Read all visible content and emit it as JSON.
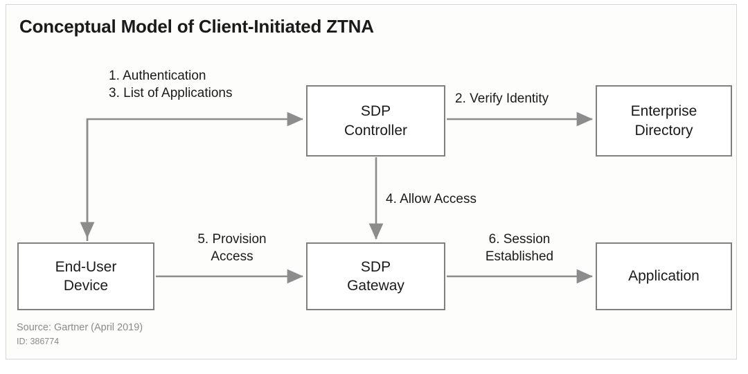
{
  "diagram": {
    "title": "Conceptual Model of Client-Initiated ZTNA",
    "type": "flow-diagram",
    "accent_color": "#808080",
    "text_color": "#1a1a1a",
    "note_color": "#8a8a8a",
    "background": "#fdfdfc",
    "nodes": [
      {
        "id": "sdp-controller",
        "line1": "SDP",
        "line2": "Controller"
      },
      {
        "id": "enterprise-directory",
        "line1": "Enterprise",
        "line2": "Directory"
      },
      {
        "id": "end-user-device",
        "line1": "End-User",
        "line2": "Device"
      },
      {
        "id": "sdp-gateway",
        "line1": "SDP",
        "line2": "Gateway"
      },
      {
        "id": "application",
        "line1": "Application",
        "line2": ""
      }
    ],
    "edges": [
      {
        "id": "auth-list",
        "from": "end-user-device",
        "to": "sdp-controller",
        "line1": "1. Authentication",
        "line2": "3. List of Applications"
      },
      {
        "id": "verify-identity",
        "from": "sdp-controller",
        "to": "enterprise-directory",
        "line1": "2. Verify Identity",
        "line2": ""
      },
      {
        "id": "allow-access",
        "from": "sdp-controller",
        "to": "sdp-gateway",
        "line1": "4. Allow Access",
        "line2": ""
      },
      {
        "id": "provision-access",
        "from": "end-user-device",
        "to": "sdp-gateway",
        "line1": "5. Provision",
        "line2": "Access"
      },
      {
        "id": "session-established",
        "from": "sdp-gateway",
        "to": "application",
        "line1": "6. Session",
        "line2": "Established"
      }
    ],
    "footer": {
      "source": "Source: Gartner (April 2019)",
      "id": "ID: 386774"
    }
  }
}
